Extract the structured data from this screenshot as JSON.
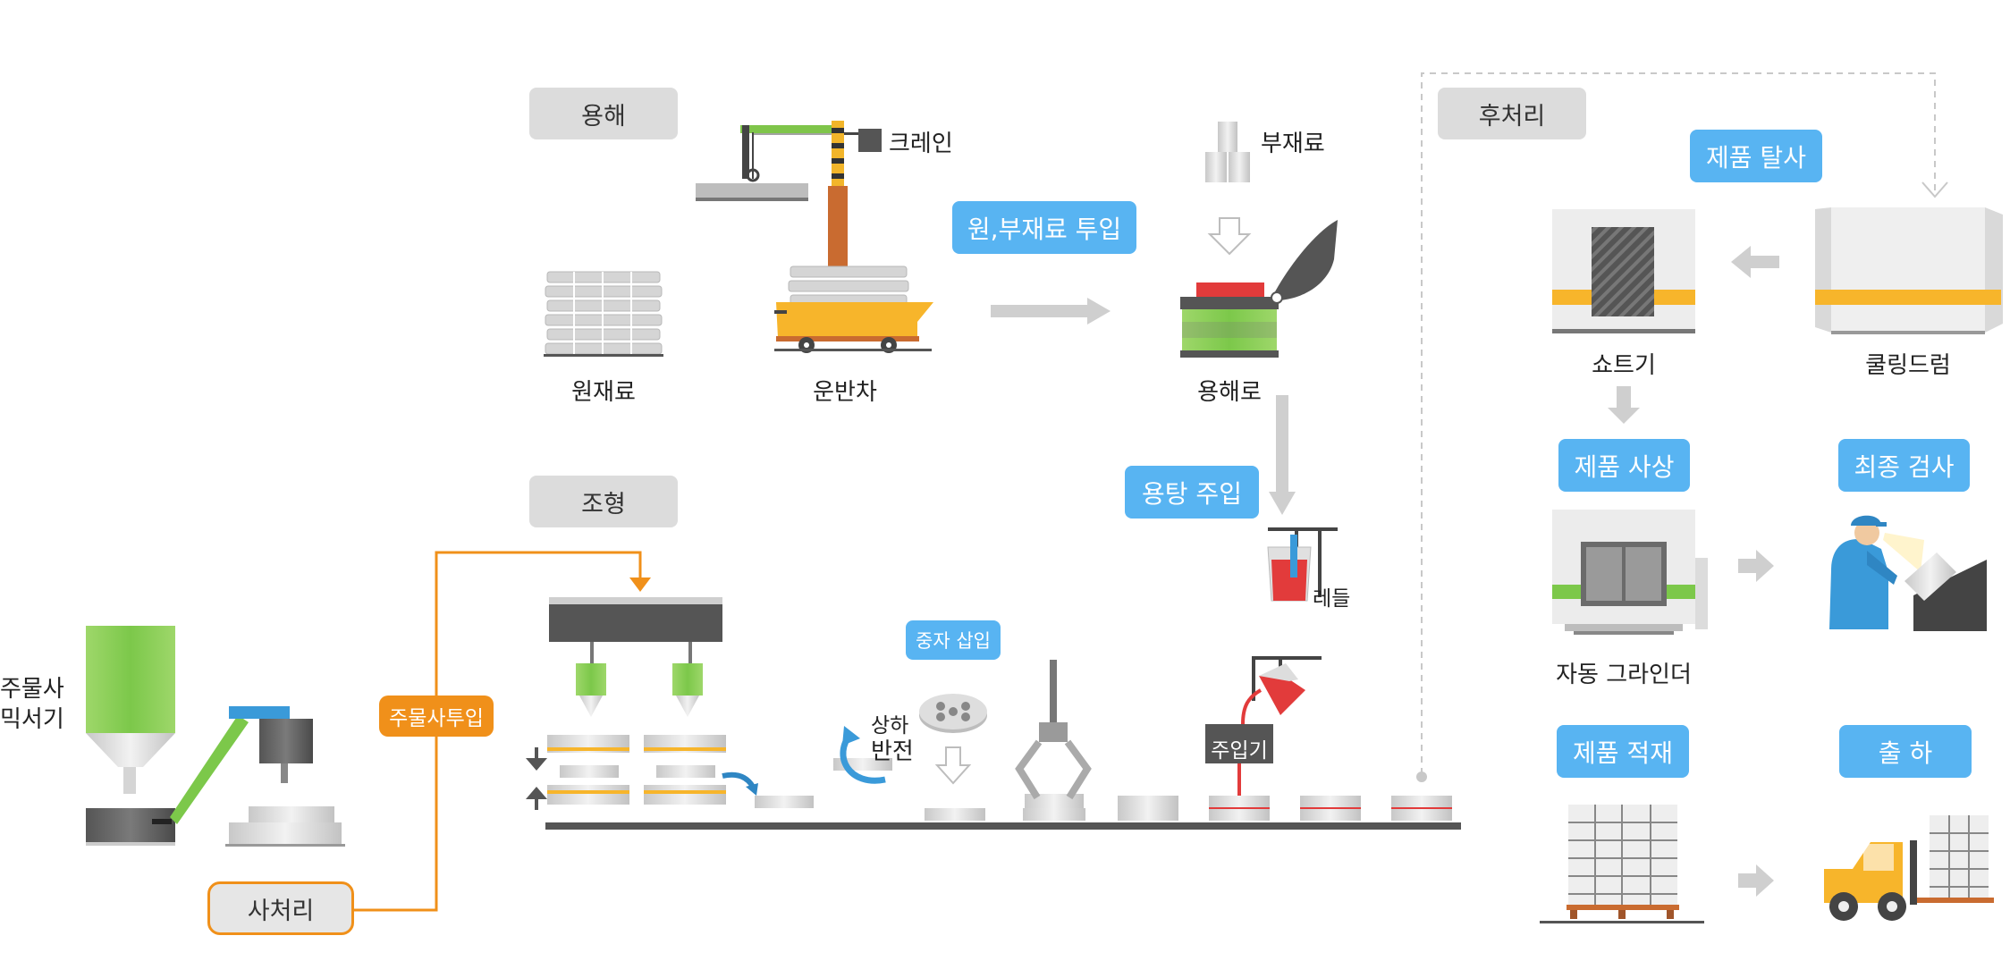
{
  "stages": {
    "melting": "용해",
    "molding": "조형",
    "post": "후처리"
  },
  "melting": {
    "crane": "크레인",
    "raw_material": "원재료",
    "cart": "운반차",
    "input_step": "원,부재료 투입",
    "sub_material": "부재료",
    "furnace": "용해로",
    "pour_step": "용탕 주입",
    "ladle": "레들"
  },
  "molding": {
    "sand_mixer_line1": "주물사",
    "sand_mixer_line2": "믹서기",
    "sand_input": "주물사투입",
    "sand_treatment": "사처리",
    "core_insert": "중자 삽입",
    "flip_line1": "상하",
    "flip_line2": "반전",
    "pouring_machine": "주입기"
  },
  "post": {
    "demold_step": "제품 탈사",
    "shot_machine": "쇼트기",
    "cooling_drum": "쿨링드럼",
    "finishing_step": "제품 사상",
    "final_inspection_step": "최종 검사",
    "auto_grinder": "자동 그라인더",
    "stacking_step": "제품 적재",
    "shipping_step": "출 하"
  },
  "colors": {
    "step_blue": "#58b4f2",
    "stage_gray": "#dcdcdc",
    "orange": "#f0901a",
    "arrow_gray": "#cfcfcf",
    "green": "#8ccd52",
    "yellow": "#f7b52b"
  }
}
